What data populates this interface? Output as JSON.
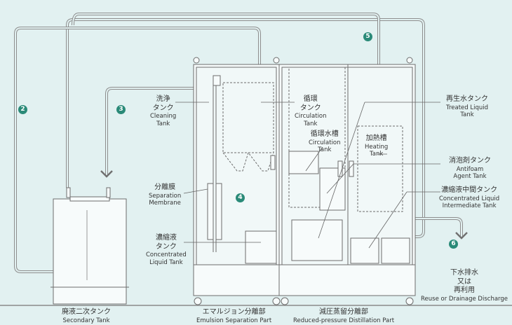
{
  "steps": [
    "2",
    "3",
    "4",
    "5",
    "6"
  ],
  "labels": {
    "cleaning_tank": {
      "ja": "洗浄\nタンク",
      "en": "Cleaning\nTank"
    },
    "circulation_tank": {
      "ja": "循環\nタンク",
      "en": "Circulation\nTank"
    },
    "separation_membrane": {
      "ja": "分離膜",
      "en": "Separation\nMembrane"
    },
    "concentrated_liquid_tank": {
      "ja": "濃縮液\nタンク",
      "en": "Concentrated\nLiquid Tank"
    },
    "circulation_water_tank": {
      "ja": "循環水槽",
      "en": "Circulation\nTank"
    },
    "heating_tank": {
      "ja": "加熱槽",
      "en": "Heating\nTank"
    },
    "treated_liquid_tank": {
      "ja": "再生水タンク",
      "en": "Treated Liquid\nTank"
    },
    "antifoam_tank": {
      "ja": "消泡剤タンク",
      "en": "Antifoam\nAgent Tank"
    },
    "intermediate_tank": {
      "ja": "濃縮液中間タンク",
      "en": "Concentrated Liquid\nIntermediate Tank"
    },
    "discharge": {
      "ja": "下水排水\n又は\n再利用",
      "en": "Reuse or Drainage Discharge"
    },
    "secondary_tank": {
      "ja": "廃液二次タンク",
      "en": "Secondary Tank"
    },
    "emulsion_part": {
      "ja": "エマルジョン分離部",
      "en": "Emulsion Separation Part"
    },
    "distillation_part": {
      "ja": "減圧蒸留分離部",
      "en": "Reduced-pressure Distillation Part"
    }
  },
  "colors": {
    "background": "#e2f1f1",
    "line": "#6d6d6d",
    "pipe": "#8a8a8a",
    "badge": "#2a8a78"
  }
}
